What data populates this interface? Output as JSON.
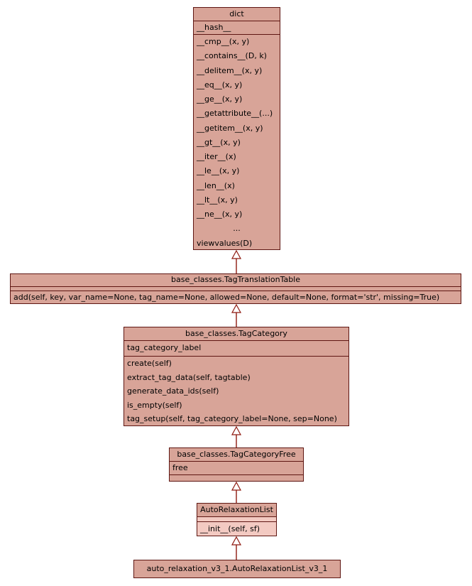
{
  "diagram": {
    "type": "uml-class-inheritance",
    "colors": {
      "box_fill": "#d8a498",
      "highlight_fill": "#f3cac2",
      "border": "#5e1612",
      "arrow": "#8f1a10",
      "background": "#ffffff",
      "text": "#000000"
    },
    "classes": {
      "dict": {
        "title": "dict",
        "attributes": [
          "__hash__"
        ],
        "methods": [
          "__cmp__(x, y)",
          "__contains__(D, k)",
          "__delitem__(x, y)",
          "__eq__(x, y)",
          "__ge__(x, y)",
          "__getattribute__(...)",
          "__getitem__(x, y)",
          "__gt__(x, y)",
          "__iter__(x)",
          "__le__(x, y)",
          "__len__(x)",
          "__lt__(x, y)",
          "__ne__(x, y)",
          "...",
          "viewvalues(D)"
        ]
      },
      "tag_translation_table": {
        "title": "base_classes.TagTranslationTable",
        "attributes": [],
        "methods": [
          "add(self, key, var_name=None, tag_name=None, allowed=None, default=None, format='str', missing=True)"
        ]
      },
      "tag_category": {
        "title": "base_classes.TagCategory",
        "attributes": [
          "tag_category_label"
        ],
        "methods": [
          "create(self)",
          "extract_tag_data(self, tagtable)",
          "generate_data_ids(self)",
          "is_empty(self)",
          "tag_setup(self, tag_category_label=None, sep=None)"
        ]
      },
      "tag_category_free": {
        "title": "base_classes.TagCategoryFree",
        "attributes": [
          "free"
        ],
        "methods": []
      },
      "auto_relaxation_list": {
        "title": "AutoRelaxationList",
        "attributes": [],
        "methods": [
          "__init__(self, sf)"
        ]
      },
      "auto_relaxation_list_v3_1": {
        "title": "auto_relaxation_v3_1.AutoRelaxationList_v3_1",
        "attributes": [],
        "methods": []
      }
    }
  }
}
